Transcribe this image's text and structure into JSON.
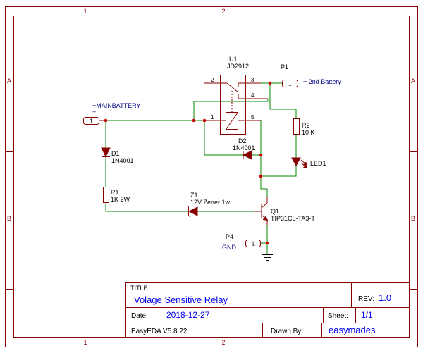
{
  "frame": {
    "columns": [
      "1",
      "2"
    ],
    "rows": [
      "A",
      "B"
    ]
  },
  "connectors": {
    "main_battery": {
      "pin": "1",
      "net_label": "+MAINBATTERY",
      "polarity": "+"
    },
    "p1": {
      "ref": "P1",
      "pin": "1",
      "net_label": "+ 2nd Battery"
    },
    "p4": {
      "ref": "P4",
      "pin": "1",
      "net_label": "GND"
    }
  },
  "components": {
    "u1": {
      "ref": "U1",
      "value": "JD2912",
      "pins": {
        "p2": "2",
        "p3": "3",
        "p4": "4",
        "p1": "1",
        "p5": "5"
      }
    },
    "d1": {
      "ref": "D1",
      "value": "1N4001"
    },
    "r1": {
      "ref": "R1",
      "value": "1K 2W"
    },
    "z1": {
      "ref": "Z1",
      "value": "12V Zener 1w"
    },
    "q1": {
      "ref": "Q1",
      "value": "TIP31CL-TA3-T"
    },
    "r2": {
      "ref": "R2",
      "value": "10 K"
    },
    "d2": {
      "ref": "D2",
      "value": "1N4001"
    },
    "led1": {
      "ref": "LED1"
    }
  },
  "title_block": {
    "title_label": "TITLE:",
    "title": "Volage Sensitive Relay",
    "rev_label": "REV:",
    "rev": "1.0",
    "date_label": "Date:",
    "date": "2018-12-27",
    "sheet_label": "Sheet:",
    "sheet": "1/1",
    "software": "EasyEDA V5.8.22",
    "drawn_by_label": "Drawn By:",
    "drawn_by": "easymades"
  },
  "colors": {
    "wire": "#008800",
    "symbol": "#880000",
    "net_label": "#000080",
    "title_value": "#0000ee",
    "junction": "#cc0000"
  }
}
